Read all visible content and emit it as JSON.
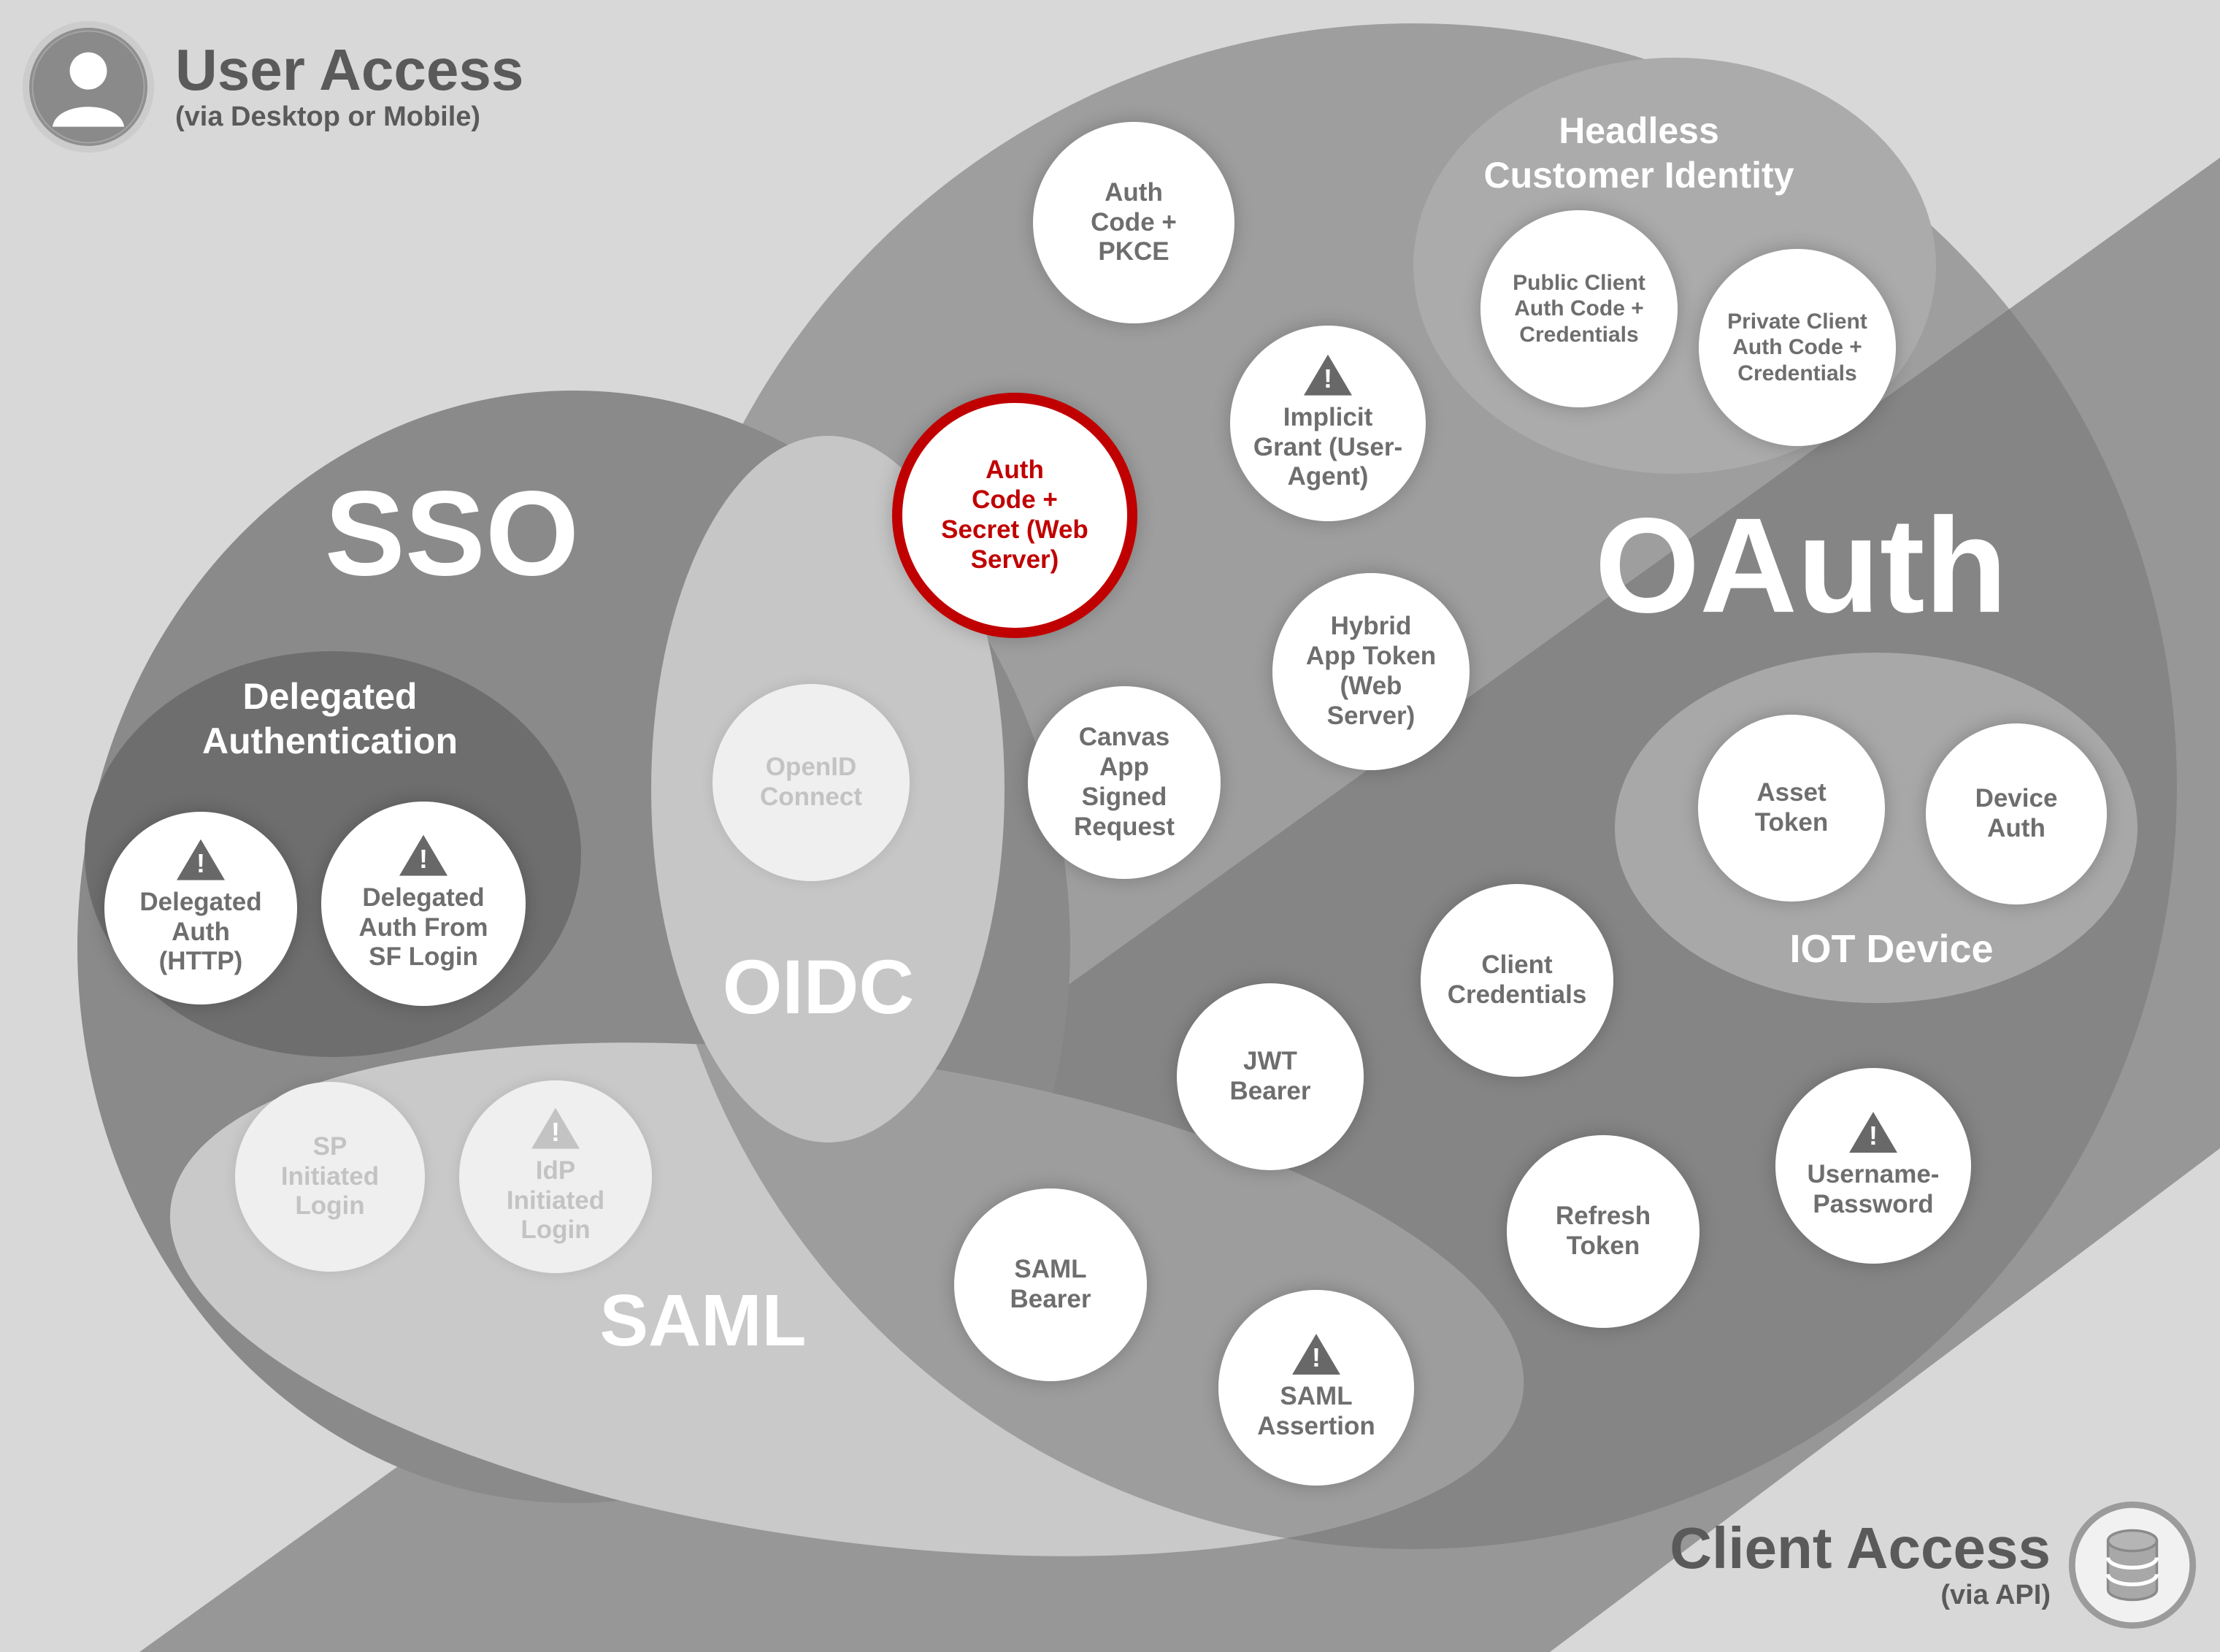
{
  "header": {
    "user_access": {
      "title": "User Access",
      "subtitle": "(via Desktop or Mobile)"
    },
    "client_access": {
      "title": "Client Access",
      "subtitle": "(via API)"
    }
  },
  "regions": {
    "sso": "SSO",
    "oauth": "OAuth",
    "oidc": "OIDC",
    "saml": "SAML",
    "delegated": "Delegated\nAuthentication",
    "headless": "Headless\nCustomer Identity",
    "iot": "IOT Device"
  },
  "icons": {
    "warning": "!"
  },
  "colors": {
    "highlight": "#c00000"
  },
  "nodes": [
    {
      "label": "Auth\nCode +\nPKCE"
    },
    {
      "label": "Auth\nCode +\nSecret (Web\nServer)",
      "highlighted": true
    },
    {
      "label": "Implicit\nGrant (User-\nAgent)",
      "warning": true
    },
    {
      "label": "Public Client\nAuth Code +\nCredentials"
    },
    {
      "label": "Private Client\nAuth Code +\nCredentials"
    },
    {
      "label": "Hybrid\nApp Token\n(Web\nServer)"
    },
    {
      "label": "Canvas\nApp\nSigned\nRequest"
    },
    {
      "label": "OpenID\nConnect"
    },
    {
      "label": "Client\nCredentials"
    },
    {
      "label": "JWT\nBearer"
    },
    {
      "label": "Asset\nToken"
    },
    {
      "label": "Device\nAuth"
    },
    {
      "label": "Username-\nPassword",
      "warning": true
    },
    {
      "label": "Refresh\nToken"
    },
    {
      "label": "SAML\nBearer"
    },
    {
      "label": "SAML\nAssertion",
      "warning": true
    },
    {
      "label": "SP\nInitiated\nLogin"
    },
    {
      "label": "IdP\nInitiated\nLogin",
      "warning": true
    },
    {
      "label": "Delegated\nAuth\n(HTTP)",
      "warning": true
    },
    {
      "label": "Delegated\nAuth From\nSF Login",
      "warning": true
    }
  ]
}
